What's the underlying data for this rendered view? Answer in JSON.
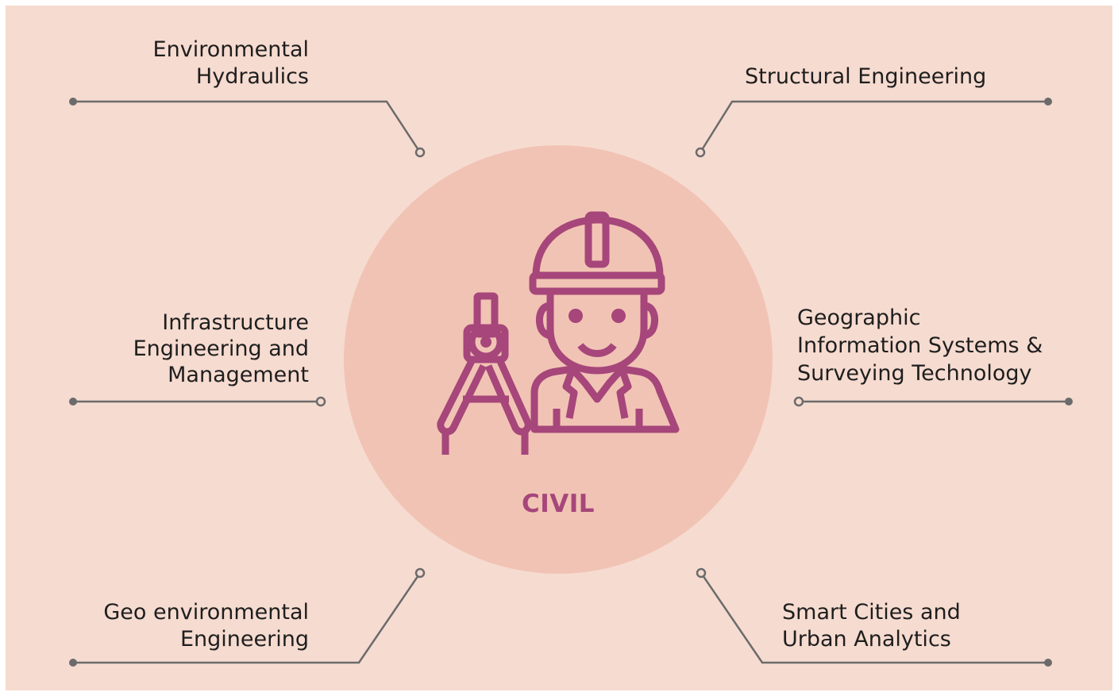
{
  "center": {
    "label": "CIVIL",
    "icon": "surveyor-engineer-icon"
  },
  "topics": {
    "environmental_hydraulics": [
      "Environmental",
      "Hydraulics"
    ],
    "structural_engineering": [
      "Structural Engineering"
    ],
    "infrastructure_engineering": [
      "Infrastructure",
      "Engineering and",
      "Management"
    ],
    "gis_surveying": [
      "Geographic",
      "Information Systems &",
      "Surveying Technology"
    ],
    "geo_environmental": [
      "Geo environmental",
      "Engineering"
    ],
    "smart_cities": [
      "Smart Cities and",
      "Urban Analytics"
    ]
  },
  "colors": {
    "background": "#f6dbd0",
    "circle": "#f1c3b4",
    "accent": "#a6467a",
    "connector": "#6b6b6b",
    "text": "#1e1e1e"
  }
}
